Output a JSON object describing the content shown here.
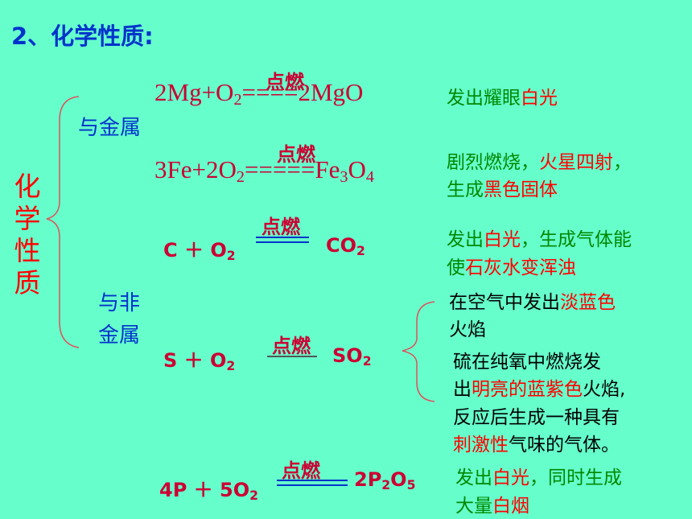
{
  "title": "2、化学性质:",
  "left_label": [
    "化",
    "学",
    "性",
    "质"
  ],
  "groups": {
    "metal": "与金属",
    "nonmetal_1": "与非",
    "nonmetal_2": "金属"
  },
  "condition": "点燃",
  "reactions": {
    "mg": {
      "left": "2Mg+O",
      "sub": "2",
      "eq": "====",
      "right": "2MgO"
    },
    "fe": {
      "left": "3Fe+2O",
      "sub": "2",
      "eq": "=====",
      "right_a": "Fe",
      "sub_a": "3",
      "right_b": "O",
      "sub_b": "4"
    },
    "c": {
      "left": "C ＋ O",
      "sub": "2",
      "right": "CO",
      "rsub": "2"
    },
    "s": {
      "left": "S ＋ O",
      "sub": "2",
      "right": "SO",
      "rsub": "2"
    },
    "p": {
      "left": "4P ＋ 5O",
      "sub": "2",
      "right_a": "2P",
      "sub_a": "2",
      "right_b": "O",
      "sub_b": "5"
    }
  },
  "observations": {
    "mg": {
      "a": "发出耀眼",
      "b": "白光"
    },
    "fe": {
      "l1a": "剧烈燃烧，",
      "l1b": "火星四射",
      "l1c": "，",
      "l2a": "生成",
      "l2b": "黑色固体"
    },
    "c": {
      "l1a": "发出",
      "l1b": "白光",
      "l1c": "，生成气体能",
      "l2a": "使",
      "l2b": "石灰水变浑浊"
    },
    "s_air": {
      "l1a": "在空气中发出",
      "l1b": "淡蓝色",
      "l2": "火焰"
    },
    "s_o2": {
      "l1": "硫在纯氧中燃烧发",
      "l2a": "出",
      "l2b": "明亮的蓝紫色",
      "l2c": "火焰,",
      "l3": "反应后生成一种具有",
      "l4a": "刺激性",
      "l4b": "气味的气体。"
    },
    "p": {
      "l1a": "发出",
      "l1b": "白光",
      "l1c": "，同时生成",
      "l2a": "大量",
      "l2b": "白烟"
    }
  },
  "colors": {
    "background": "#66ffcc",
    "blue": "#0033cc",
    "red": "#ff0000",
    "formula": "#cc0033",
    "green": "#008800"
  }
}
